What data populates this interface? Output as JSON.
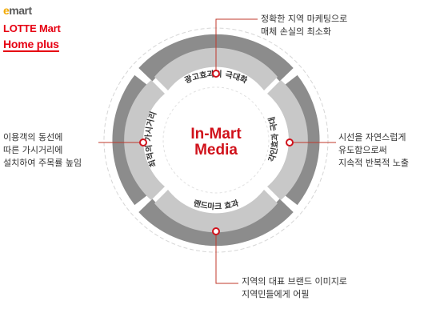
{
  "logos": {
    "emart_e": "e",
    "emart_rest": "mart",
    "lotte_mart": "LOTTE Mart",
    "home_plus": "Home plus"
  },
  "center": {
    "line1": "In-Mart",
    "line2": "Media"
  },
  "segments": {
    "top": "광고효과의 극대화",
    "right": "각인효과 극대",
    "bottom": "랜드마크 효과",
    "left": "최적의 가시거리"
  },
  "callouts": {
    "top": [
      "정확한 지역 마케팅으로",
      "매체 손실의 최소화"
    ],
    "right": [
      "시선을 자연스럽게",
      "유도함으로써",
      "지속적 반복적 노출"
    ],
    "bottom": [
      "지역의 대표 브랜드 이미지로",
      "지역민들에게 어필"
    ],
    "left": [
      "이용객의 동선에",
      "따른 가시거리에",
      "설치하여 주목률 높임"
    ]
  },
  "colors": {
    "accent": "#d0121b",
    "ring_outer": "#8c8c8c",
    "ring_inner": "#c8c8c8",
    "line": "#c0392b"
  }
}
